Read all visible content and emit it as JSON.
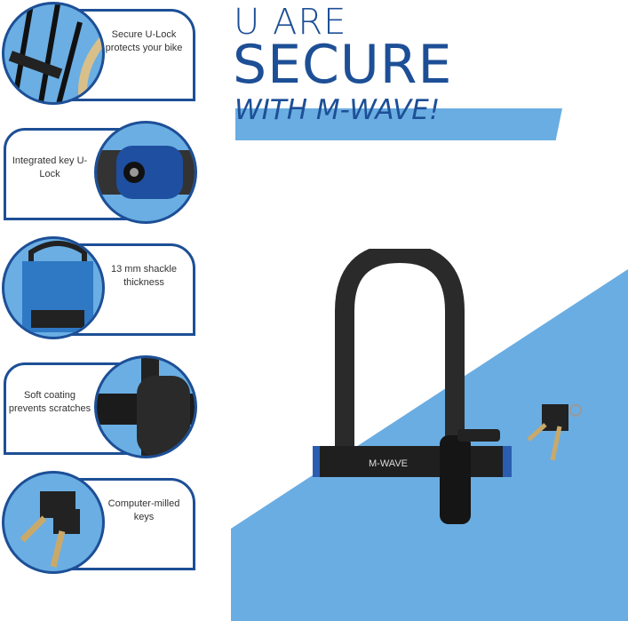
{
  "headline": {
    "line1": "U ARE",
    "line2": "SECURE",
    "line3": "WITH M-WAVE!"
  },
  "features": [
    {
      "label": "Secure U-Lock protects your bike",
      "image": "bike-frame-with-lock"
    },
    {
      "label": "Integrated key U-Lock",
      "image": "lock-keyhole"
    },
    {
      "label": "13 mm shackle thickness",
      "image": "packaging"
    },
    {
      "label": "Soft coating prevents scratches",
      "image": "coated-bracket"
    },
    {
      "label": "Computer-milled keys",
      "image": "keys"
    }
  ],
  "product": {
    "brand": "M-WAVE"
  },
  "colors": {
    "brand_blue": "#1d4f96",
    "light_blue": "#6aade2"
  }
}
